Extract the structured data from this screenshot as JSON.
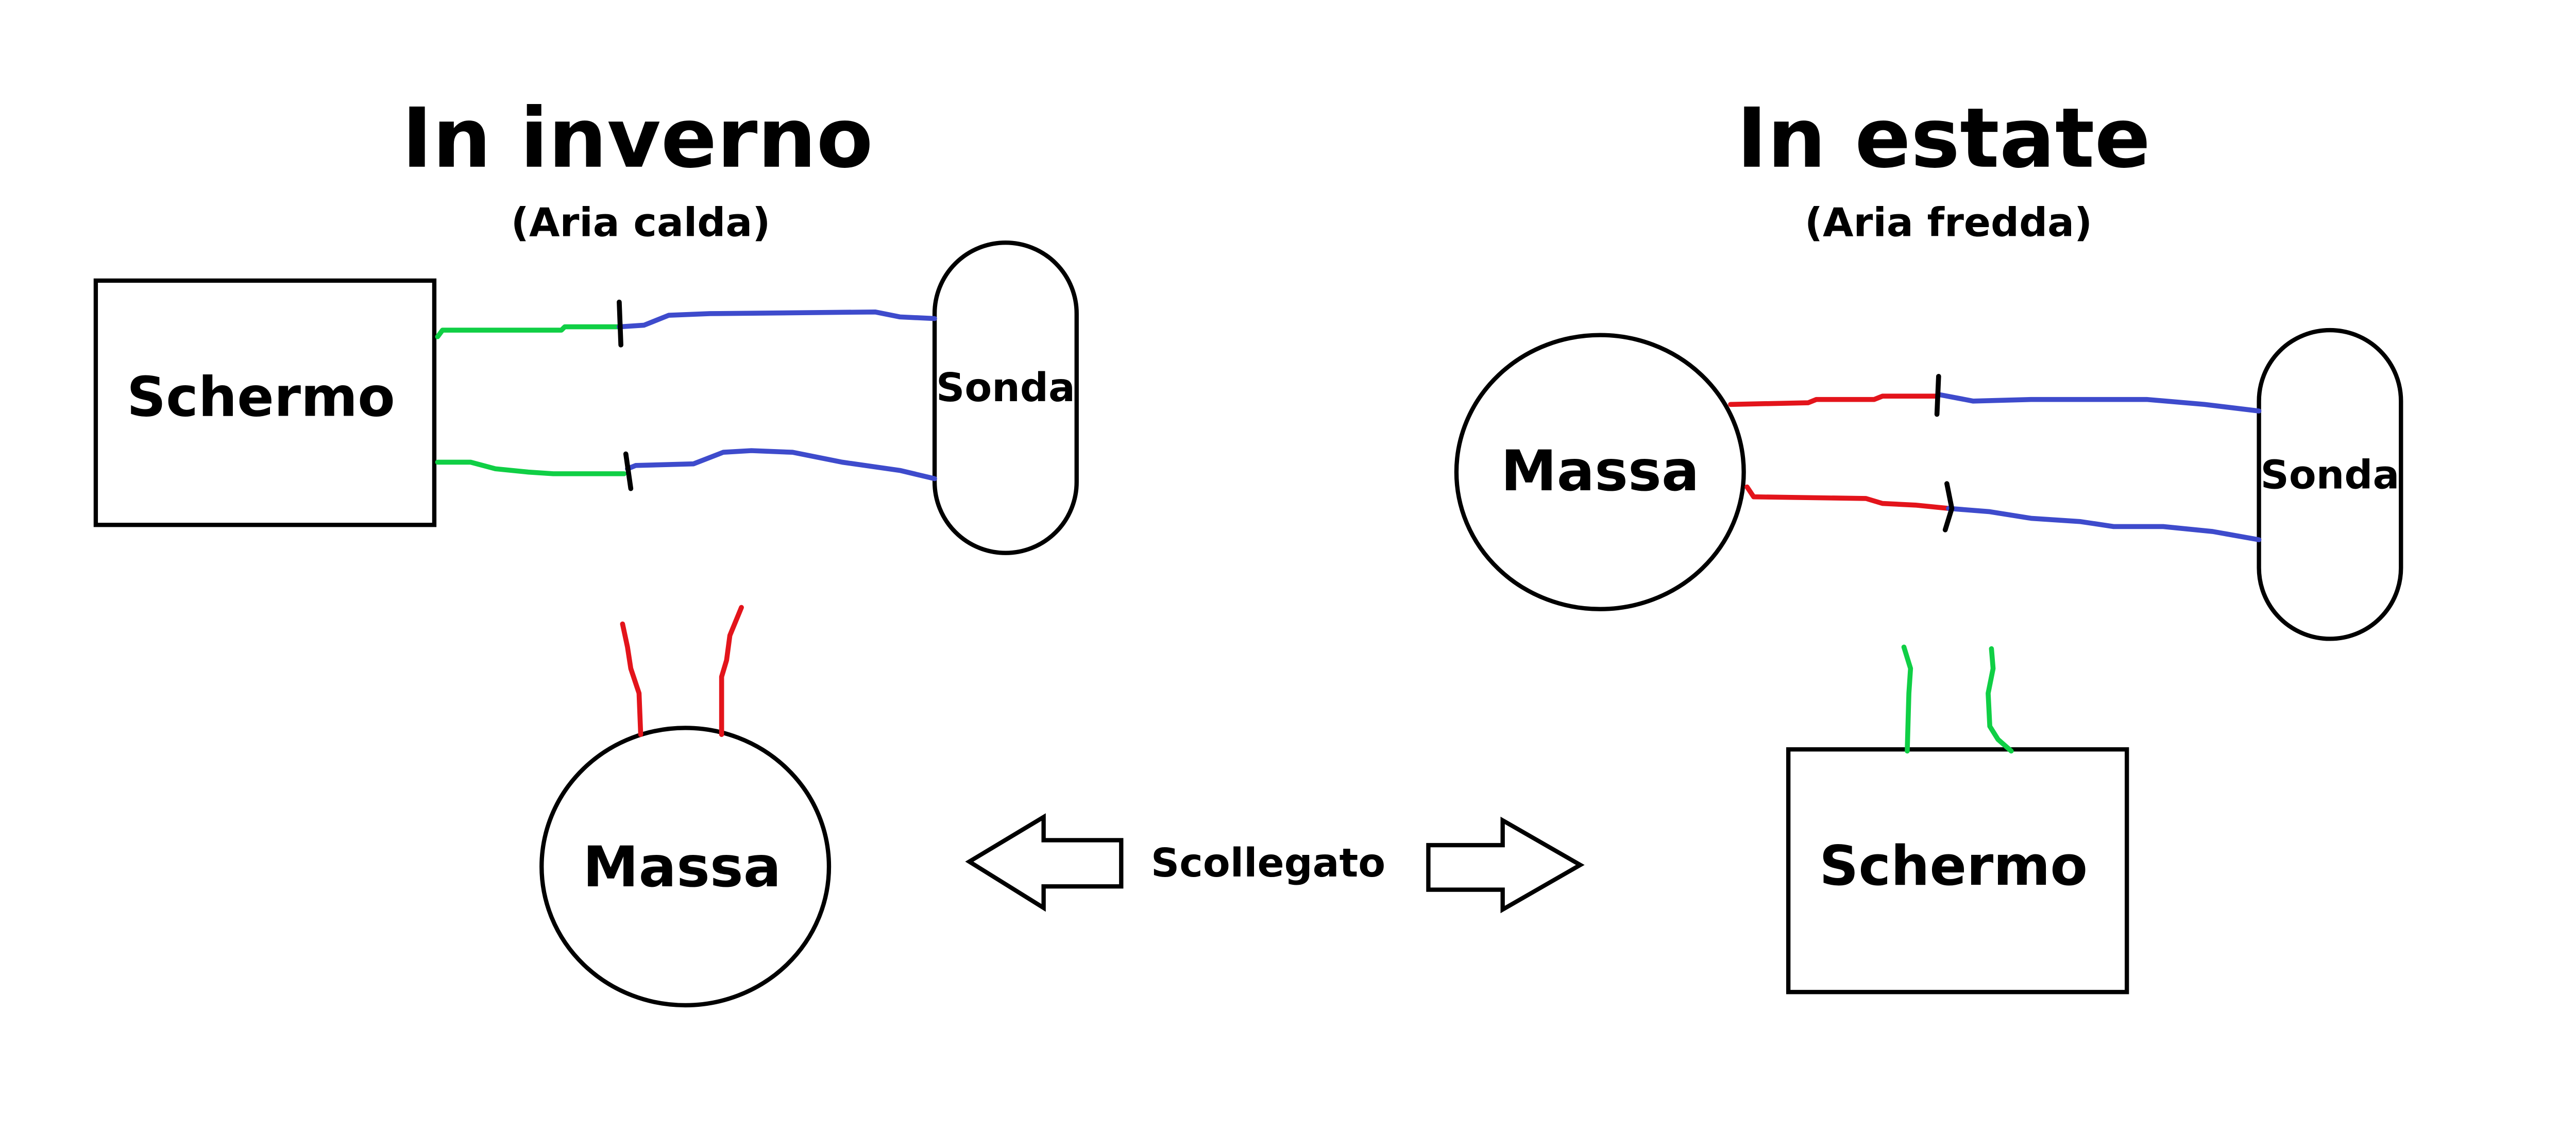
{
  "winter": {
    "title": "In inverno",
    "subtitle": "(Aria calda)",
    "screen_label": "Schermo",
    "probe_label": "Sonda",
    "mass_label": "Massa"
  },
  "summer": {
    "title": "In estate",
    "subtitle": "(Aria fredda)",
    "screen_label": "Schermo",
    "probe_label": "Sonda",
    "mass_label": "Massa"
  },
  "middle": {
    "disconnected_label": "Scollegato"
  },
  "colors": {
    "green_wire": "#10cf45",
    "blue_wire": "#3e4bcc",
    "red_wire": "#e3141b",
    "outline": "#000000"
  }
}
